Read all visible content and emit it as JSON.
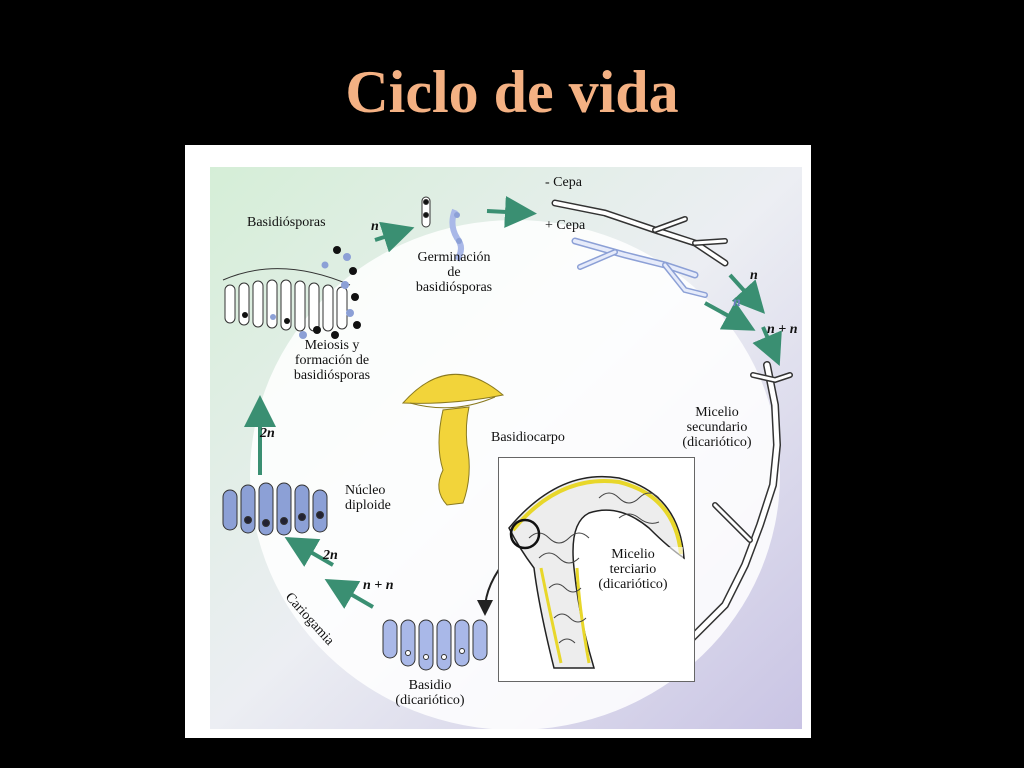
{
  "slide": {
    "title": "Ciclo de vida"
  },
  "labels": {
    "basidiosporas": "Basidiósporas",
    "germinacion": "Germinación",
    "de": "de",
    "basidiosporas_lower": "basidiósporas",
    "minus_cepa": "- Cepa",
    "plus_cepa": "+ Cepa",
    "meiosis_1": "Meiosis y",
    "meiosis_2": "formación de",
    "meiosis_3": "basidiósporas",
    "basidiocarpo": "Basidiocarpo",
    "micelio_sec_1": "Micelio",
    "micelio_sec_2": "secundario",
    "micelio_sec_3": "(dicariótico)",
    "nucleo_1": "Núcleo",
    "nucleo_2": "diploide",
    "micelio_ter_1": "Micelio",
    "micelio_ter_2": "terciario",
    "micelio_ter_3": "(dicariótico)",
    "cariogamia": "Cariogamia",
    "basidio_1": "Basidio",
    "basidio_2": "(dicariótico)"
  },
  "ploidy": {
    "n": "n",
    "n_plus_n": "n + n",
    "two_n": "2n"
  },
  "colors": {
    "title": "#F4B183",
    "arrow": "#3A8F72",
    "mushroom": "#F2D43A",
    "cell_blue": "#8CA0D6",
    "hypha_light": "#A9B8E8"
  }
}
